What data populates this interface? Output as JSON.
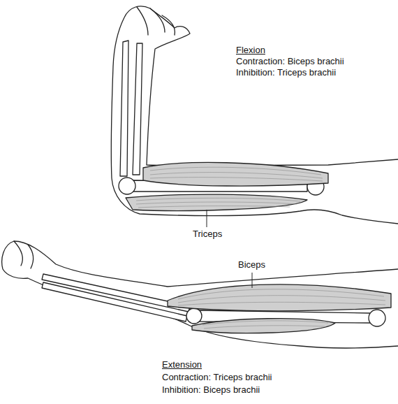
{
  "diagram": {
    "labels": [
      "Flexion",
      "Contraction: Biceps brachii",
      "Inhibition: Triceps brachii",
      "Triceps",
      "Biceps",
      "Extension",
      "Contraction: Triceps brachii",
      "Inhibition: Biceps brachii"
    ]
  }
}
